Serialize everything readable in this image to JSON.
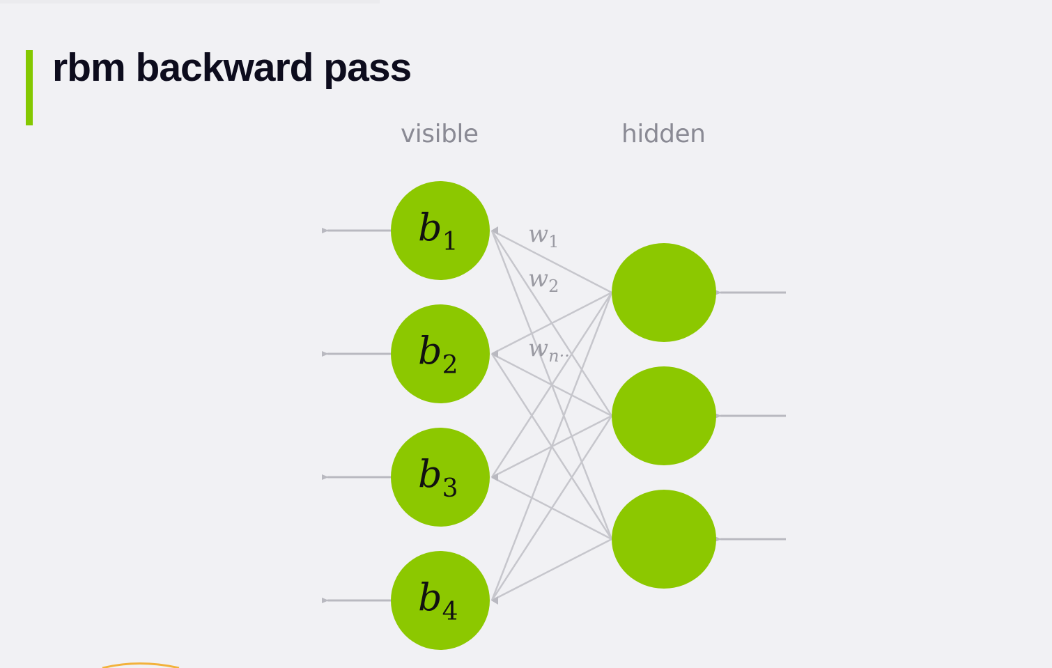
{
  "slide": {
    "title": "rbm backward pass",
    "accent_color": "#84c800"
  },
  "diagram": {
    "layers": {
      "visible_label": "visible",
      "hidden_label": "hidden"
    },
    "visible_nodes": [
      {
        "id": "v1",
        "symbol": "b",
        "subscript": "1"
      },
      {
        "id": "v2",
        "symbol": "b",
        "subscript": "2"
      },
      {
        "id": "v3",
        "symbol": "b",
        "subscript": "3"
      },
      {
        "id": "v4",
        "symbol": "b",
        "subscript": "4"
      }
    ],
    "hidden_nodes": [
      {
        "id": "h1"
      },
      {
        "id": "h2"
      },
      {
        "id": "h3"
      }
    ],
    "weight_labels": [
      {
        "symbol": "w",
        "subscript": "1",
        "suffix": ""
      },
      {
        "symbol": "w",
        "subscript": "2",
        "suffix": ""
      },
      {
        "symbol": "w",
        "subscript": "n",
        "suffix": "··"
      }
    ],
    "connections": "fully-connected",
    "flow_direction": "hidden-to-visible",
    "colors": {
      "node": "#8cc800",
      "edge": "#c6c6cc",
      "arrow": "#b9b9c0",
      "label": "#8a8a94"
    }
  }
}
